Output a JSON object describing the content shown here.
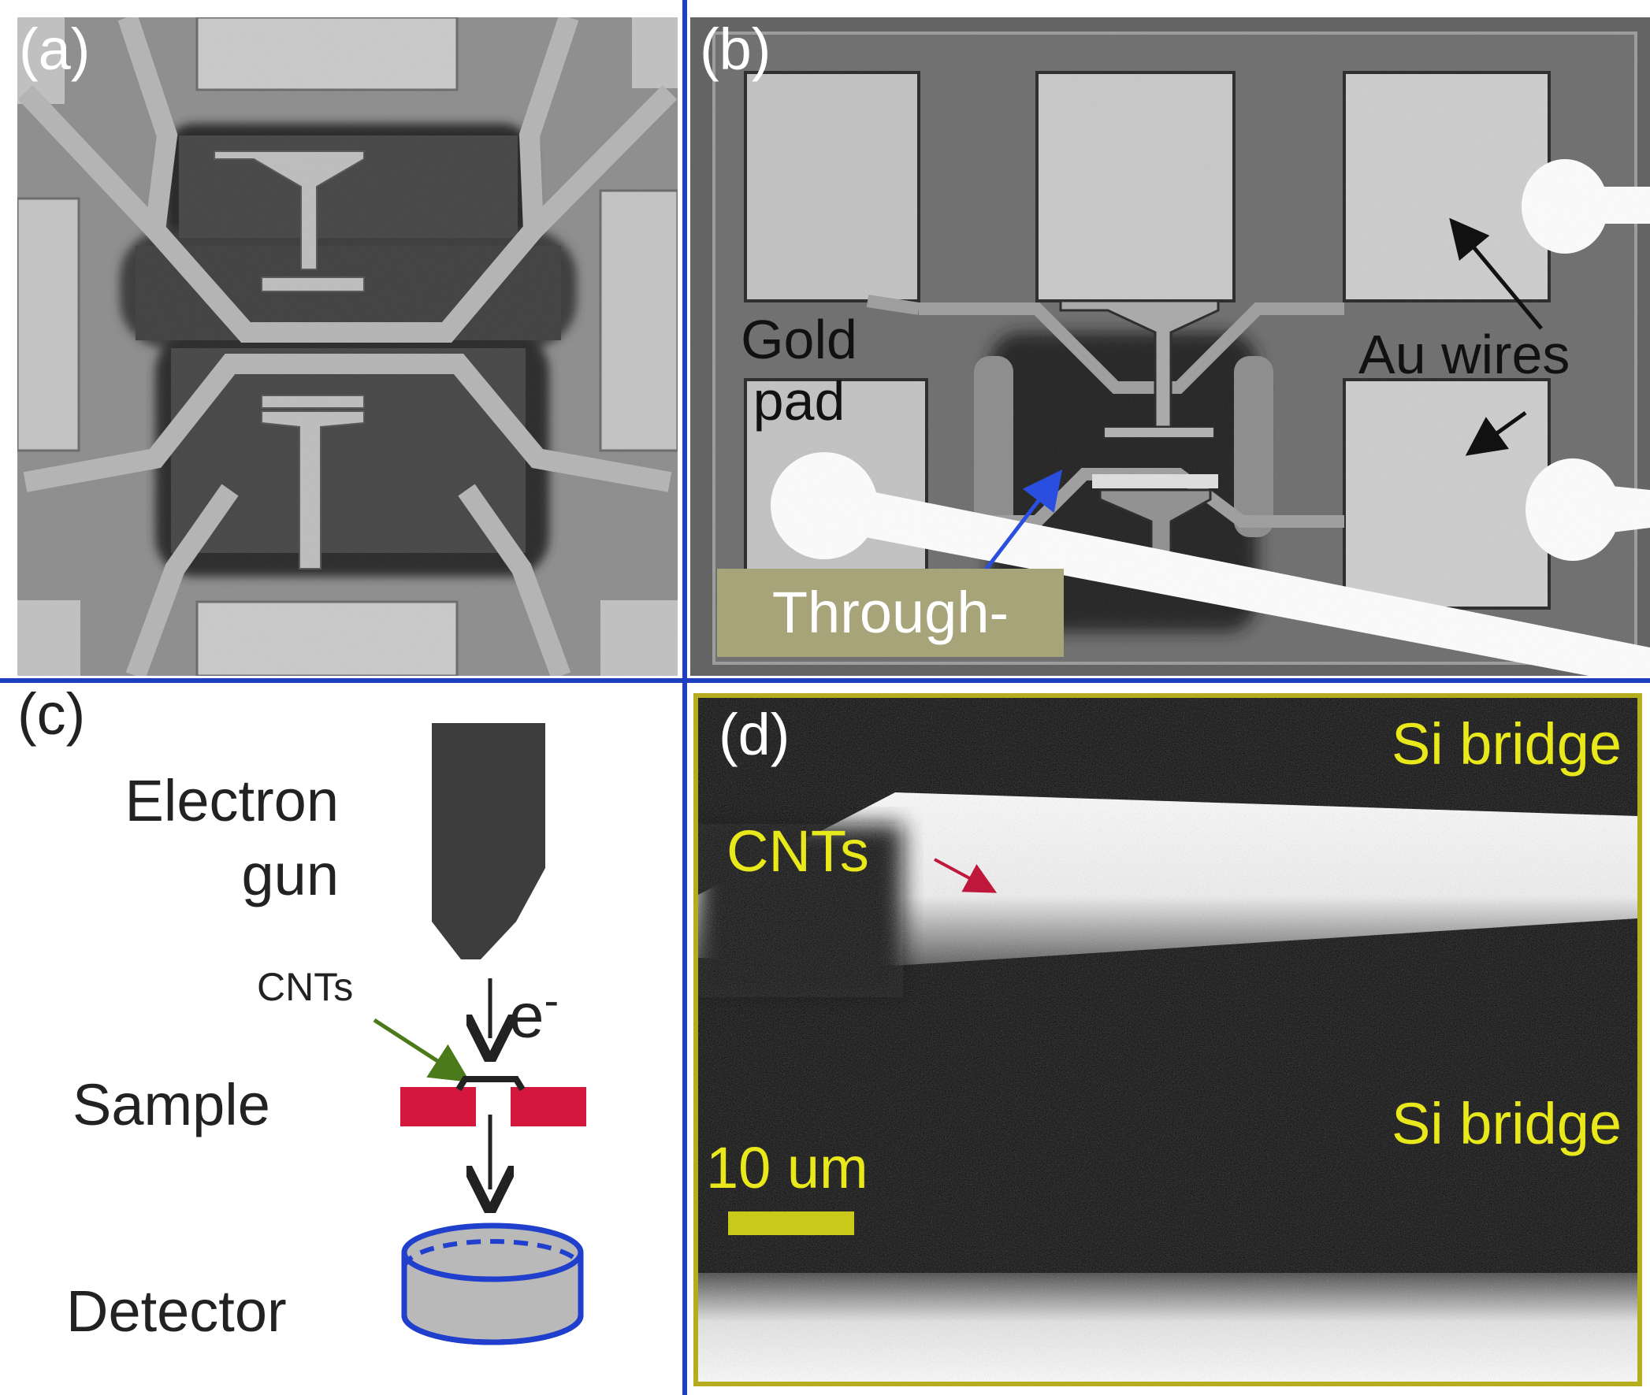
{
  "panels": {
    "a": {
      "label": "(a)"
    },
    "b": {
      "label": "(b)",
      "gold_pad_line1": "Gold",
      "gold_pad_line2": "pad",
      "au_wires": "Au wires",
      "through_hole": "Through-hole"
    },
    "c": {
      "label": "(c)",
      "electron_line1": "Electron",
      "electron_line2": "gun",
      "beam_symbol": "e",
      "beam_superscript": "-",
      "cnts": "CNTs",
      "sample": "Sample",
      "detector": "Detector"
    },
    "d": {
      "label": "(d)",
      "si_bridge_top": "Si bridge",
      "cnts": "CNTs",
      "si_bridge_bottom": "Si bridge",
      "scale": "10 um"
    }
  },
  "colors": {
    "divider": "#1f3fbf",
    "label_yellow": "#e8e81a",
    "sample_red": "#d4173c",
    "detector_blue": "#1f3fcc",
    "arrow_green": "#4a7a1a",
    "arrow_red": "#c0183c",
    "arrow_blue": "#2a4fe0",
    "through_hole_bg": "#a7a479"
  }
}
